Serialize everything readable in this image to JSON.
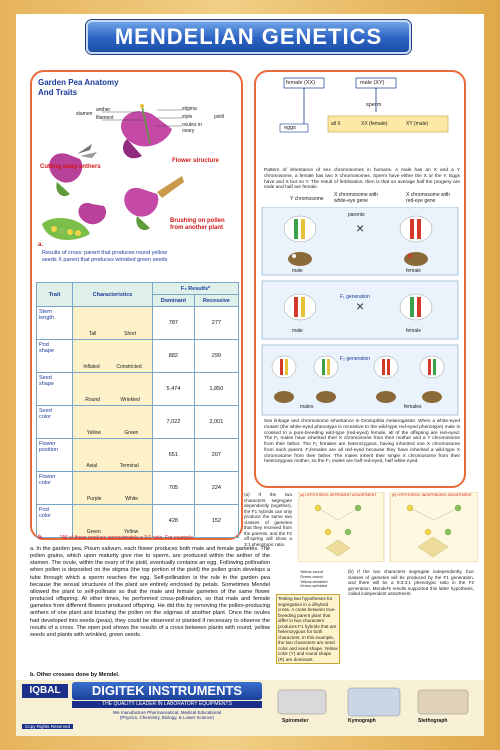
{
  "title": "MENDELIAN GENETICS",
  "left_panel": {
    "heading": "Garden Pea Anatomy\nAnd Traits",
    "labels": {
      "anther": "anther",
      "filament": "filament",
      "stamen": "stamen",
      "stigma": "stigma",
      "style": "style",
      "ovules": "ovules in\novary",
      "pistil": "pistil",
      "cutting": "Cutting away anthers",
      "flower_structure": "Flower structure",
      "brushing": "Brushing on pollen\nfrom another plant",
      "a": "a.",
      "results": "Results of cross: parent that produces round yellow\nseeds X parent that produces wrinkled green seeds",
      "b": "b.",
      "footnote": "*All of these produce approximately a 3:1 ratio. For example,"
    },
    "table": {
      "headers": [
        "Trait",
        "Characteristics",
        "F₂ Results*",
        "Dominant",
        "Recessive"
      ],
      "rows": [
        {
          "trait": "Stem\nlength",
          "c1": "Tall",
          "c2": "Short",
          "dom": "787",
          "rec": "277"
        },
        {
          "trait": "Pod\nshape",
          "c1": "Inflated",
          "c2": "Constricted",
          "dom": "882",
          "rec": "299"
        },
        {
          "trait": "Seed\nshape",
          "c1": "Round",
          "c2": "Wrinkled",
          "dom": "5,474",
          "rec": "1,850"
        },
        {
          "trait": "Seed\ncolor",
          "c1": "Yellow",
          "c2": "Green",
          "dom": "7,022",
          "rec": "2,001"
        },
        {
          "trait": "Flower\nposition",
          "c1": "Axial",
          "c2": "Terminal",
          "dom": "651",
          "rec": "207"
        },
        {
          "trait": "Flower\ncolor",
          "c1": "Purple",
          "c2": "White",
          "dom": "705",
          "rec": "224"
        },
        {
          "trait": "Pod\ncolor",
          "c1": "Green",
          "c2": "Yellow",
          "dom": "428",
          "rec": "152"
        }
      ]
    }
  },
  "right_panel": {
    "female_xx": "female (XX)",
    "male_xy": "male (XY)",
    "sperm": "sperm",
    "eggs": "eggs",
    "all_x": "all X",
    "xx_female": "XX (female)",
    "xy_male": "XY (male)",
    "pattern_text": "Pattern of inheritance of sex chromosomes in humans. A male has an X and a Y chromosome, a female has two X chromosomes. Sperm have either the X or the Y. Eggs have and X but no Y. The result of fertilisation, then is that on average half the progeny are male and half are female.",
    "y_chrom": "Y chromosome",
    "x_white": "X chromosome with\nwhite-eye gene",
    "x_red": "X chromosome with\nred-eye gene",
    "parents": "parents",
    "male": "male",
    "female": "female",
    "f1": "F₁ generation",
    "f2": "F₂ generation",
    "males": "males",
    "females": "females",
    "sex_linkage_text": "Sex linkage and chromosome inheritance in Drosophila melanogaster. When a white-eyed mutant (the white-eyed phenotype is recessive to the wild-type red-eyed phenotype) male is crossed to a pure-breeding wild-type (red-eyed) female, all of the offspring are red-eyed. The F₁ males have inherited their X chromosome from their mother and a Y chromosome from their father. The F₁ females are heterozygous, having inherited one X chromosome from each parent. F₁females are all red-eyed because they have inherited a wild-type X chromosome from their father. The males inherit their single X chromosome from their heterozygous mother, so the F₂ males are half red-eyed, half white-eyed."
  },
  "dihybrid": {
    "note_a": "(a) If the two characters segregate dependently (together), the F1 hybrids can only produce the same two classes of gametes that they received from the parents, and the F2 off-spring will show a 3:1 phenotypic ratio.",
    "hyp_dependent": "(a) HYPOTHESIS: DEPENDENT ASSORTMENT",
    "hyp_independent": "(b) HYPOTHESIS: INDEPENDENT ASSORTMENT",
    "testing": "Testing two hypotheses for segregation in a dihybrid cross. A cross between true-breeding parent plant that differ in two characters produces F1 hybrids that are heterozygous for both characters. In this example, the two characters are seed color and seed shape. Yellow color (Y) and round shape (R) are dominant.",
    "note_b": "(b) If the two characters segregate independently, four classes of gametes will be produced by the F1 generation, and there will be a 9:3:3:1 phenotypic ratio in the F2 generation. Mendel's results supported this latter hypothesis, called independent assortment.",
    "legend": [
      "Yellow-round",
      "Green-round",
      "Yellow-wrinkled",
      "Green-wrinkled"
    ]
  },
  "body_paragraph": "a. In the garden pea, Pisum sativum, each flower produces both male and female gametes. The pollen grains, which upon maturity give rise to sperm, are produced within the anther of the stamen. The ovule, within the ovary of the pistil, eventually contains an egg. Following pollination when pollen is deposited on the stigma (the top portion of the pistil) the pollen grain develops a tube through which a sperm reaches the egg. Self-pollination is the rule in the garden pea because the sexual structures of the plant are entirely enclosed by petals. Sometimes Mendel allowed the plant to self-pollinate so that the male and female gametes of the same flower produced offspring. At other times, he performed cross-pollination, so that male and female gametes from different flowers produced offspring. He did this by removing the pollen-producing anthers of one plant and brushing the pollen on the stigmas of another plant. Once the ovules had developed into seeds (peas), they could be observed or planted if necessary to observe the results of a cross. The open pod shows the results of a cross between plants with round, yellow seeds and plants with wrinkled, green seeds.",
  "body_b": "b. Other crosses done by Mendel.",
  "footer": {
    "iqbal": "IQBAL",
    "digitek": "DIGITEK INSTRUMENTS",
    "tagline": "THE QUALITY LEADER IN LABORATORY EQUIPMENTS",
    "manufacture": "We manufacture Pharmaceutical, Medical Educational\n(Physics, Chemistry, Biology, & Lower Science)",
    "copyright": "Copy Rights Reserved",
    "instruments": [
      "Spirometer",
      "Kymograph",
      "Stethograph"
    ]
  },
  "colors": {
    "title_blue": "#2b63c4",
    "panel_border": "#e86a3a",
    "frame_gold": "#e6b45c",
    "heading_blue": "#1b3a9a",
    "note_red": "#d01818"
  }
}
